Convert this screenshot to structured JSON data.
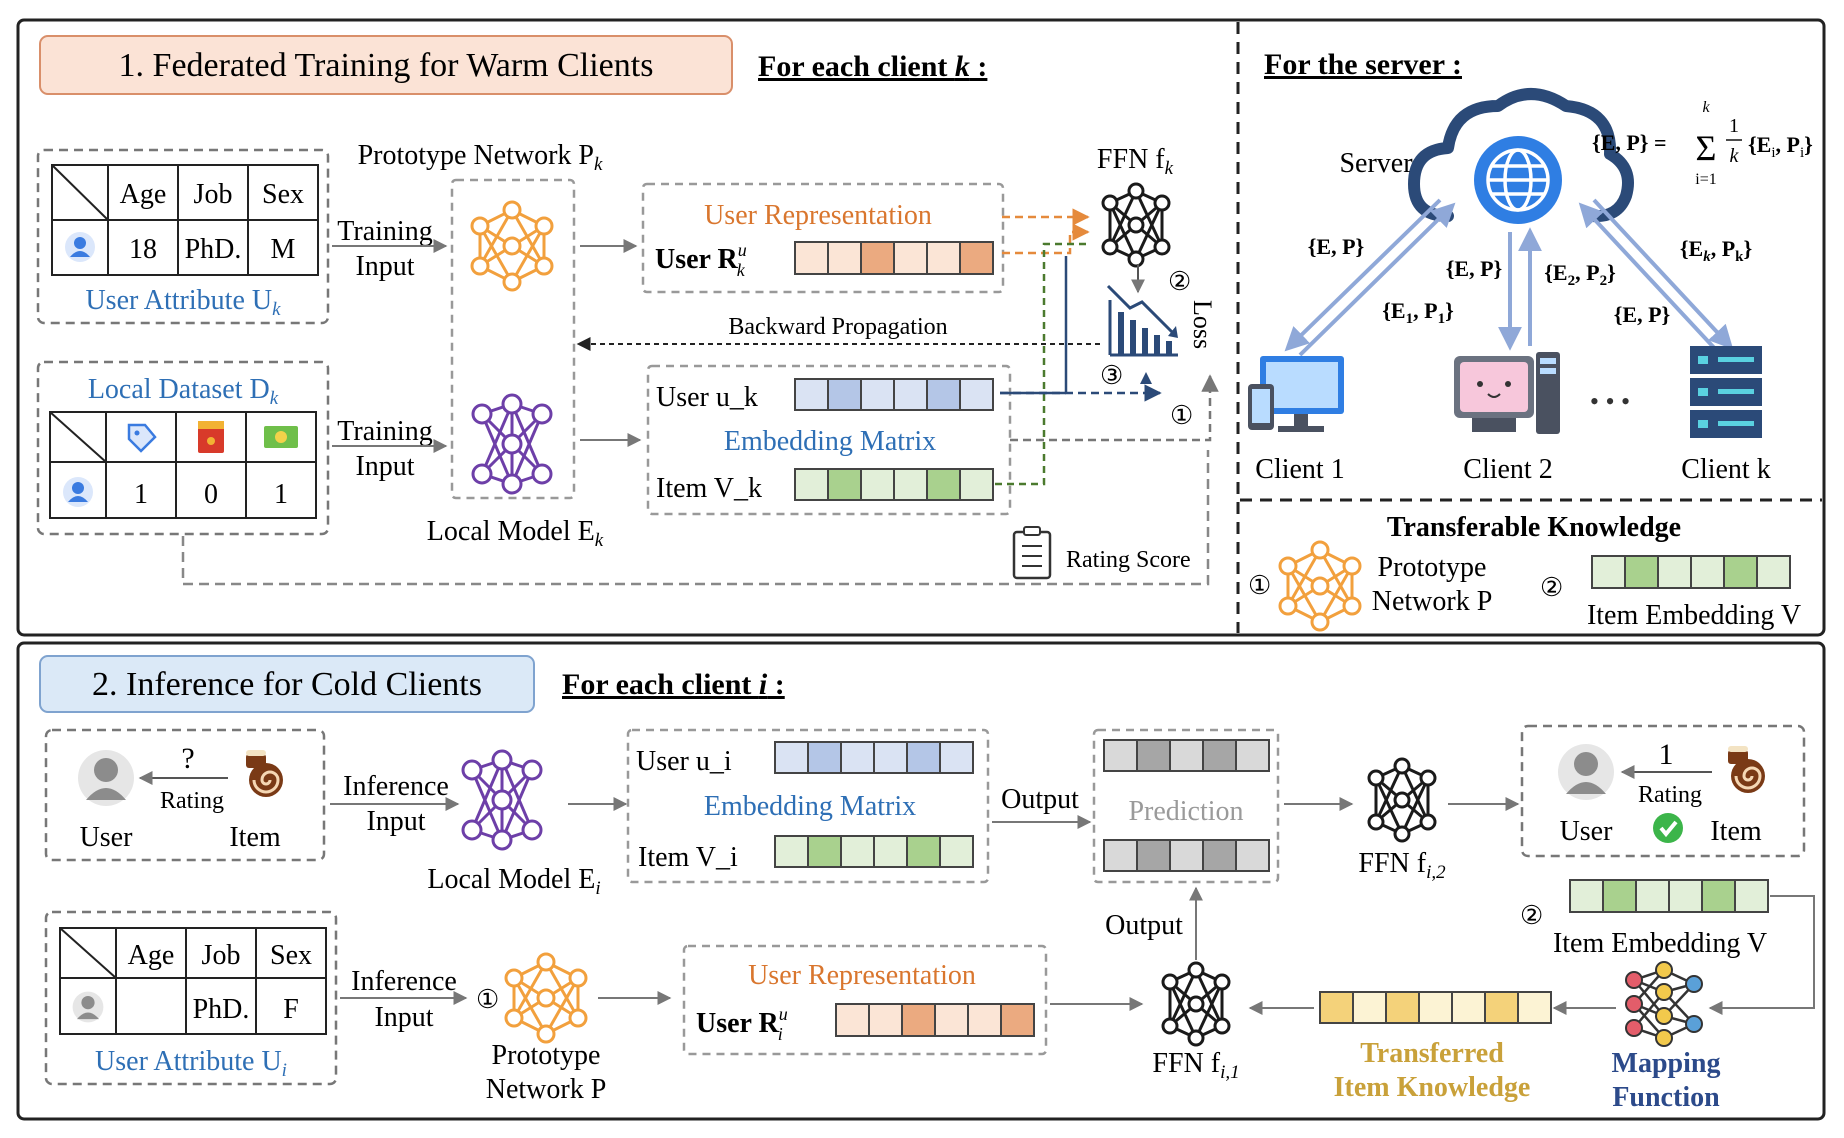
{
  "colors": {
    "blue_text": "#2e6fb5",
    "orange_text": "#d9762e",
    "gold_text": "#c9a13a",
    "mapping_text": "#2c4a8a",
    "orange_cell": "#ebaa80",
    "orange_cell_light": "#fbe5d6",
    "blue_cell": "#b4c6e7",
    "blue_cell_light": "#dae3f3",
    "green_cell": "#a9d18e",
    "green_cell_light": "#e2efd9",
    "gray_cell": "#a6a6a6",
    "gray_cell_light": "#d9d9d9",
    "gold_cell": "#f4d27a",
    "gold_cell_light": "#fcf3d4",
    "title1_fill": "#fbe3d6",
    "title2_fill": "#dbe9f7",
    "purple_net": "#6d3fa8",
    "orange_net": "#f2a03d",
    "arrow_blue": "#8fa8d8"
  },
  "section1": {
    "title": "1. Federated Training for Warm Clients",
    "client_header": "For each client k :",
    "server_header": "For the server :",
    "user_table": {
      "headers": [
        "Age",
        "Job",
        "Sex"
      ],
      "values": [
        "18",
        "PhD.",
        "M"
      ]
    },
    "user_attribute_label": "User Attribute U",
    "user_attribute_sub": "k",
    "training_input_1": [
      "Training",
      "Input"
    ],
    "training_input_2": [
      "Training",
      "Input"
    ],
    "prototype_network_label": "Prototype Network P",
    "prototype_network_sub": "k",
    "local_model_label": "Local Model E",
    "local_model_sub": "k",
    "local_dataset_label": "Local Dataset D",
    "local_dataset_sub": "k",
    "dataset_values": [
      "1",
      "0",
      "1"
    ],
    "user_representation": "User Representation",
    "user_r_label": "User R",
    "user_r_sup": "u",
    "user_r_sub": "k",
    "user_u_label": "User u_k",
    "embedding_matrix": "Embedding Matrix",
    "item_v_label": "Item V_k",
    "ffn_label": "FFN f",
    "ffn_sub": "k",
    "loss_label": "Loss",
    "backward_propagation": "Backward Propagation",
    "rating_score": "Rating Score",
    "circled_1": "①",
    "circled_2": "②",
    "circled_3": "③"
  },
  "server": {
    "server_label": "Server",
    "aggregation_lhs": "{E, P} =",
    "aggregation_sum_top": "k",
    "aggregation_sum_bottom": "i=1",
    "aggregation_frac_num": "1",
    "aggregation_frac_den": "k",
    "aggregation_rhs": "{E",
    "aggregation_rhs_sub": "i",
    "aggregation_rhs_mid": ", P",
    "aggregation_rhs_end": "}",
    "arrow_labels": {
      "ep_left": "{E, P}",
      "e1p1": "{E",
      "e1p1_sub1": "1",
      "e1p1_mid": ", P",
      "e1p1_sub2": "1",
      "ep_mid": "{E, P}",
      "e2p2": "{E",
      "e2p2_sub1": "2",
      "e2p2_mid": ", P",
      "e2p2_sub2": "2",
      "ekpk": "{E",
      "ekpk_sub1": "k",
      "ekpk_mid": ", P",
      "ekpk_sub2": "k",
      "ep_right": "{E, P}",
      "close": "}"
    },
    "clients": [
      "Client 1",
      "Client 2",
      "Client k"
    ],
    "dots": "• • •",
    "transferable_knowledge": "Transferable Knowledge",
    "tk_item1_num": "①",
    "tk_item1_line1": "Prototype",
    "tk_item1_line2": "Network P",
    "tk_item2_num": "②",
    "tk_item2_label": "Item Embedding V"
  },
  "section2": {
    "title": "2. Inference for Cold Clients",
    "client_header": "For each client i :",
    "rating_question": "?",
    "rating_label": "Rating",
    "user_label": "User",
    "item_label": "Item",
    "inference_input_1": [
      "Inference",
      "Input"
    ],
    "inference_input_2": [
      "Inference",
      "Input"
    ],
    "local_model_label": "Local Model E",
    "local_model_sub": "i",
    "user_u_label": "User u_i",
    "embedding_matrix": "Embedding Matrix",
    "item_v_label": "Item V_i",
    "output_1": "Output",
    "output_2": "Output",
    "prediction": "Prediction",
    "ffn2_label": "FFN f",
    "ffn2_sub": "i,2",
    "ffn1_label": "FFN f",
    "ffn1_sub": "i,1",
    "result_value": "1",
    "result_rating": "Rating",
    "result_user": "User",
    "result_item": "Item",
    "item_embedding_num": "②",
    "item_embedding_label": "Item Embedding V",
    "mapping_function": [
      "Mapping",
      "Function"
    ],
    "transferred_knowledge": [
      "Transferred",
      "Item Knowledge"
    ],
    "user_table": {
      "headers": [
        "Age",
        "Job",
        "Sex"
      ],
      "values": [
        "",
        "PhD.",
        "F"
      ]
    },
    "user_attribute_label": "User Attribute U",
    "user_attribute_sub": "i",
    "prototype_num": "①",
    "prototype_line1": "Prototype",
    "prototype_line2": "Network P",
    "user_representation": "User Representation",
    "user_r_label": "User R",
    "user_r_sup": "u",
    "user_r_sub": "i"
  }
}
